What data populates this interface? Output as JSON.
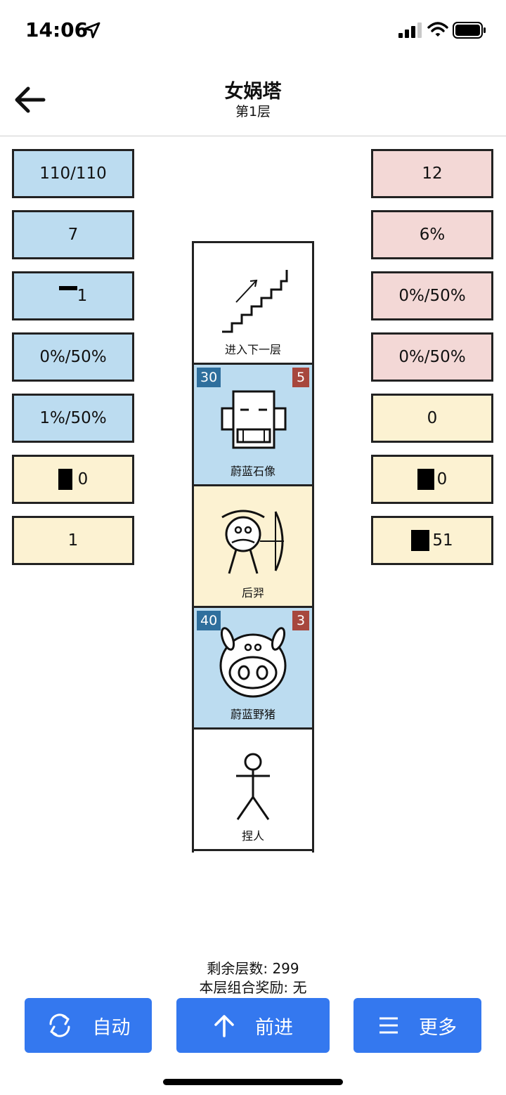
{
  "status": {
    "time": "14:06"
  },
  "header": {
    "title": "女娲塔",
    "subtitle": "第1层"
  },
  "left_stats": [
    {
      "value": "110/110",
      "color": "#bcdcf0",
      "icon": ""
    },
    {
      "value": "7",
      "color": "#bcdcf0",
      "icon": ""
    },
    {
      "value": "1",
      "color": "#bcdcf0",
      "icon": "dash-glyph"
    },
    {
      "value": "0%/50%",
      "color": "#bcdcf0",
      "icon": ""
    },
    {
      "value": "1%/50%",
      "color": "#bcdcf0",
      "icon": ""
    },
    {
      "value": "0",
      "color": "#fcf2d2",
      "icon": "block-glyph"
    },
    {
      "value": "1",
      "color": "#fcf2d2",
      "icon": ""
    }
  ],
  "right_stats": [
    {
      "value": "12",
      "color": "#f3d8d6",
      "icon": ""
    },
    {
      "value": "6%",
      "color": "#f3d8d6",
      "icon": ""
    },
    {
      "value": "0%/50%",
      "color": "#f3d8d6",
      "icon": ""
    },
    {
      "value": "0%/50%",
      "color": "#f3d8d6",
      "icon": ""
    },
    {
      "value": "0",
      "color": "#fcf2d2",
      "icon": ""
    },
    {
      "value": "0",
      "color": "#fcf2d2",
      "icon": "block-glyph"
    },
    {
      "value": "51",
      "color": "#fcf2d2",
      "icon": "block-glyph"
    }
  ],
  "tower": [
    {
      "label": "进入下一层",
      "type": "stairs",
      "color": "#ffffff"
    },
    {
      "label": "蔚蓝石像",
      "type": "enemy",
      "color": "#bcdcf0",
      "attack": "30",
      "defense": "5",
      "icon": "stone-statue-icon"
    },
    {
      "label": "后羿",
      "type": "ally",
      "color": "#fcf2d2",
      "icon": "archer-icon"
    },
    {
      "label": "蔚蓝野猪",
      "type": "enemy",
      "color": "#bcdcf0",
      "attack": "40",
      "defense": "3",
      "icon": "boar-icon"
    },
    {
      "label": "捏人",
      "type": "player",
      "color": "#ffffff",
      "icon": "stick-figure-icon"
    }
  ],
  "info": {
    "remaining_floors": "剩余层数: 299",
    "floor_bonus": "本层组合奖励: 无"
  },
  "buttons": {
    "auto": "自动",
    "advance": "前进",
    "more": "更多"
  },
  "theme": {
    "button": "#3478ef",
    "attack_badge": "#2f6f9d",
    "defense_badge": "#a7473d"
  }
}
